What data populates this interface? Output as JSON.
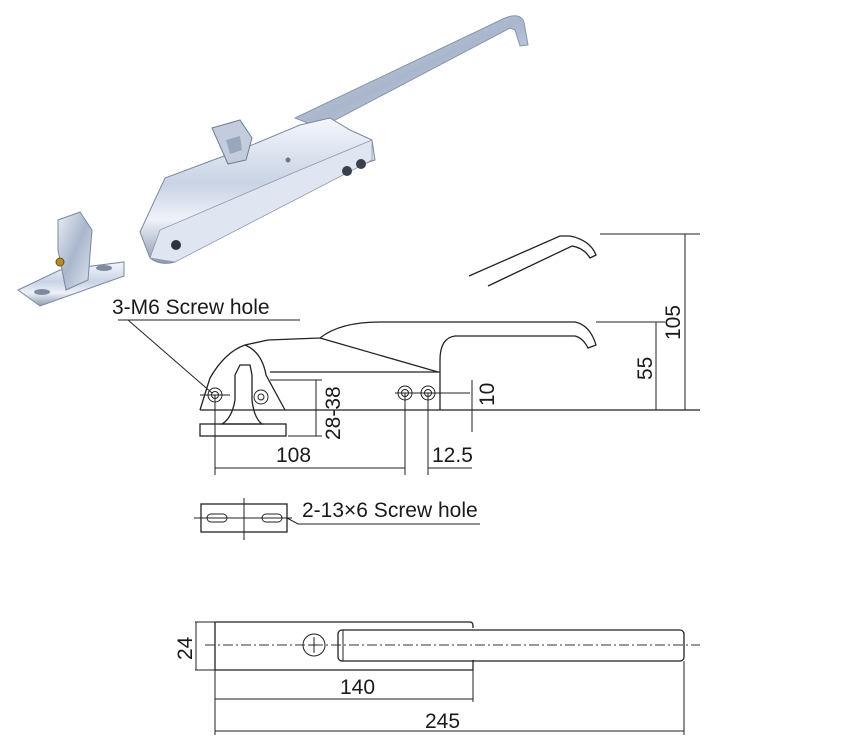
{
  "product_photo": {
    "latch_body": "chrome-latch-body-with-handle-and-key-cylinder",
    "strike": "chrome-strike-bracket-with-slotted-base"
  },
  "side_view": {
    "callout_screw_holes": "3-M6 Screw hole",
    "dim_total_height": "105",
    "dim_handle_height": "55",
    "dim_hole_offset": "10",
    "dim_strike_adjust": "28-38",
    "dim_hole_span": "108",
    "dim_hole_pitch": "12.5"
  },
  "strike_base_view": {
    "callout_slots": "2-13×6 Screw hole"
  },
  "top_view": {
    "dim_width": "24",
    "dim_body_length": "140",
    "dim_total_length": "245"
  },
  "colors": {
    "line": "#222222",
    "background": "#ffffff",
    "chrome_light": "#e8eef8",
    "chrome_mid": "#b8c4d8",
    "chrome_dark": "#6c7890"
  }
}
